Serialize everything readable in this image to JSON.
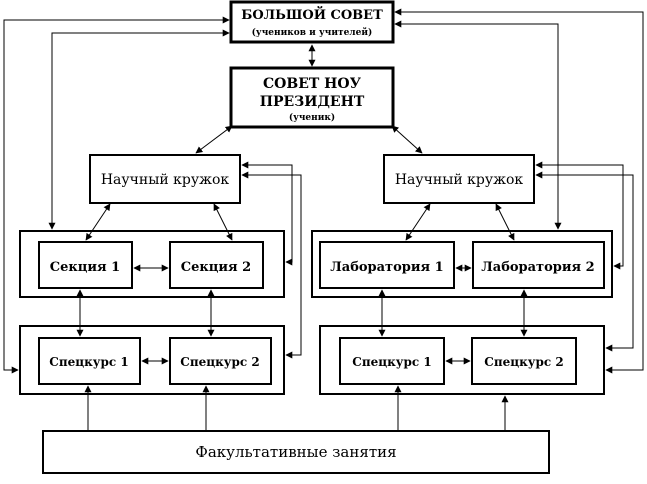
{
  "bolshoy_sovet": {
    "title": "БОЛЬШОЙ СОВЕТ",
    "subtitle": "(учеников и учителей)"
  },
  "sovet_nou": {
    "line1": "СОВЕТ НОУ",
    "line2": "ПРЕЗИДЕНТ",
    "line3": "(ученик)"
  },
  "left_branch": {
    "circle": "Научный кружок",
    "units": [
      "Секция 1",
      "Секция 2"
    ],
    "courses": [
      "Спецкурс 1",
      "Спецкурс 2"
    ]
  },
  "right_branch": {
    "circle": "Научный кружок",
    "units": [
      "Лаборатория 1",
      "Лаборатория 2"
    ],
    "courses": [
      "Спецкурс 1",
      "Спецкурс 2"
    ]
  },
  "electives": "Факультативные занятия"
}
